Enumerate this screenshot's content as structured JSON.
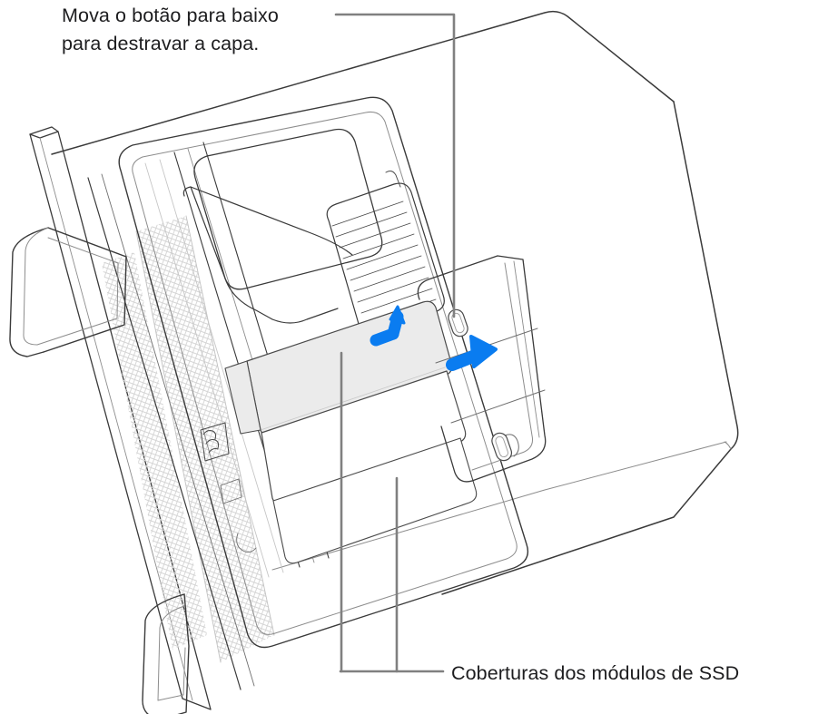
{
  "document": {
    "type": "technical-illustration",
    "subject": "Mac Pro tower on its side with housing removed, showing SSD module covers and cover latch",
    "language": "pt-BR",
    "background_color": "#ffffff"
  },
  "callouts": [
    {
      "id": "latch-callout",
      "name": "cover-latch-callout",
      "text_line_1": "Mova o botão para baixo",
      "text_line_2": "para destravar a capa.",
      "leader_color": "#808080",
      "points_to": "cover-latch-button"
    },
    {
      "id": "ssd-callout",
      "name": "ssd-module-covers-callout",
      "text_line_1": "Coberturas dos módulos de SSD",
      "leader_color": "#808080",
      "points_to": "ssd-module-covers"
    }
  ],
  "arrows": [
    {
      "id": "arrow-bent",
      "name": "slide-cover-arrow",
      "color": "#0a7cf0",
      "direction": "right-then-up",
      "meaning": "slide the cover"
    },
    {
      "id": "arrow-straight",
      "name": "latch-direction-arrow",
      "color": "#0a7cf0",
      "direction": "right",
      "meaning": "move latch to unlock"
    }
  ],
  "parts": [
    {
      "id": "chassis",
      "name": "mac-pro-chassis",
      "stroke": "#3a3a3a"
    },
    {
      "id": "front-handle-top",
      "name": "top-handle",
      "stroke": "#3a3a3a"
    },
    {
      "id": "front-handle-bottom",
      "name": "bottom-handle",
      "stroke": "#3a3a3a"
    },
    {
      "id": "mesh-panel",
      "name": "lattice-mesh-panel",
      "stroke": "#c8c8c8"
    },
    {
      "id": "heatsink",
      "name": "heatsink-fins",
      "stroke": "#4a4a4a"
    },
    {
      "id": "ssd-cover-1",
      "name": "ssd-module-cover-upper",
      "fill": "#ebebeb",
      "stroke": "#4a4a4a"
    },
    {
      "id": "ssd-cover-2",
      "name": "ssd-module-cover-lower",
      "fill": "#ffffff",
      "stroke": "#4a4a4a"
    },
    {
      "id": "latch-upper",
      "name": "cover-latch-button",
      "stroke": "#4a4a4a"
    },
    {
      "id": "latch-lower",
      "name": "secondary-latch-button",
      "stroke": "#4a4a4a"
    }
  ],
  "colors": {
    "outline": "#3a3a3a",
    "outline_light": "#9a9a9a",
    "mesh": "#cfcfcf",
    "leader": "#808080",
    "accent_blue": "#0a7cf0",
    "cover_highlight": "#ebebeb",
    "text": "#1d1d1f"
  }
}
